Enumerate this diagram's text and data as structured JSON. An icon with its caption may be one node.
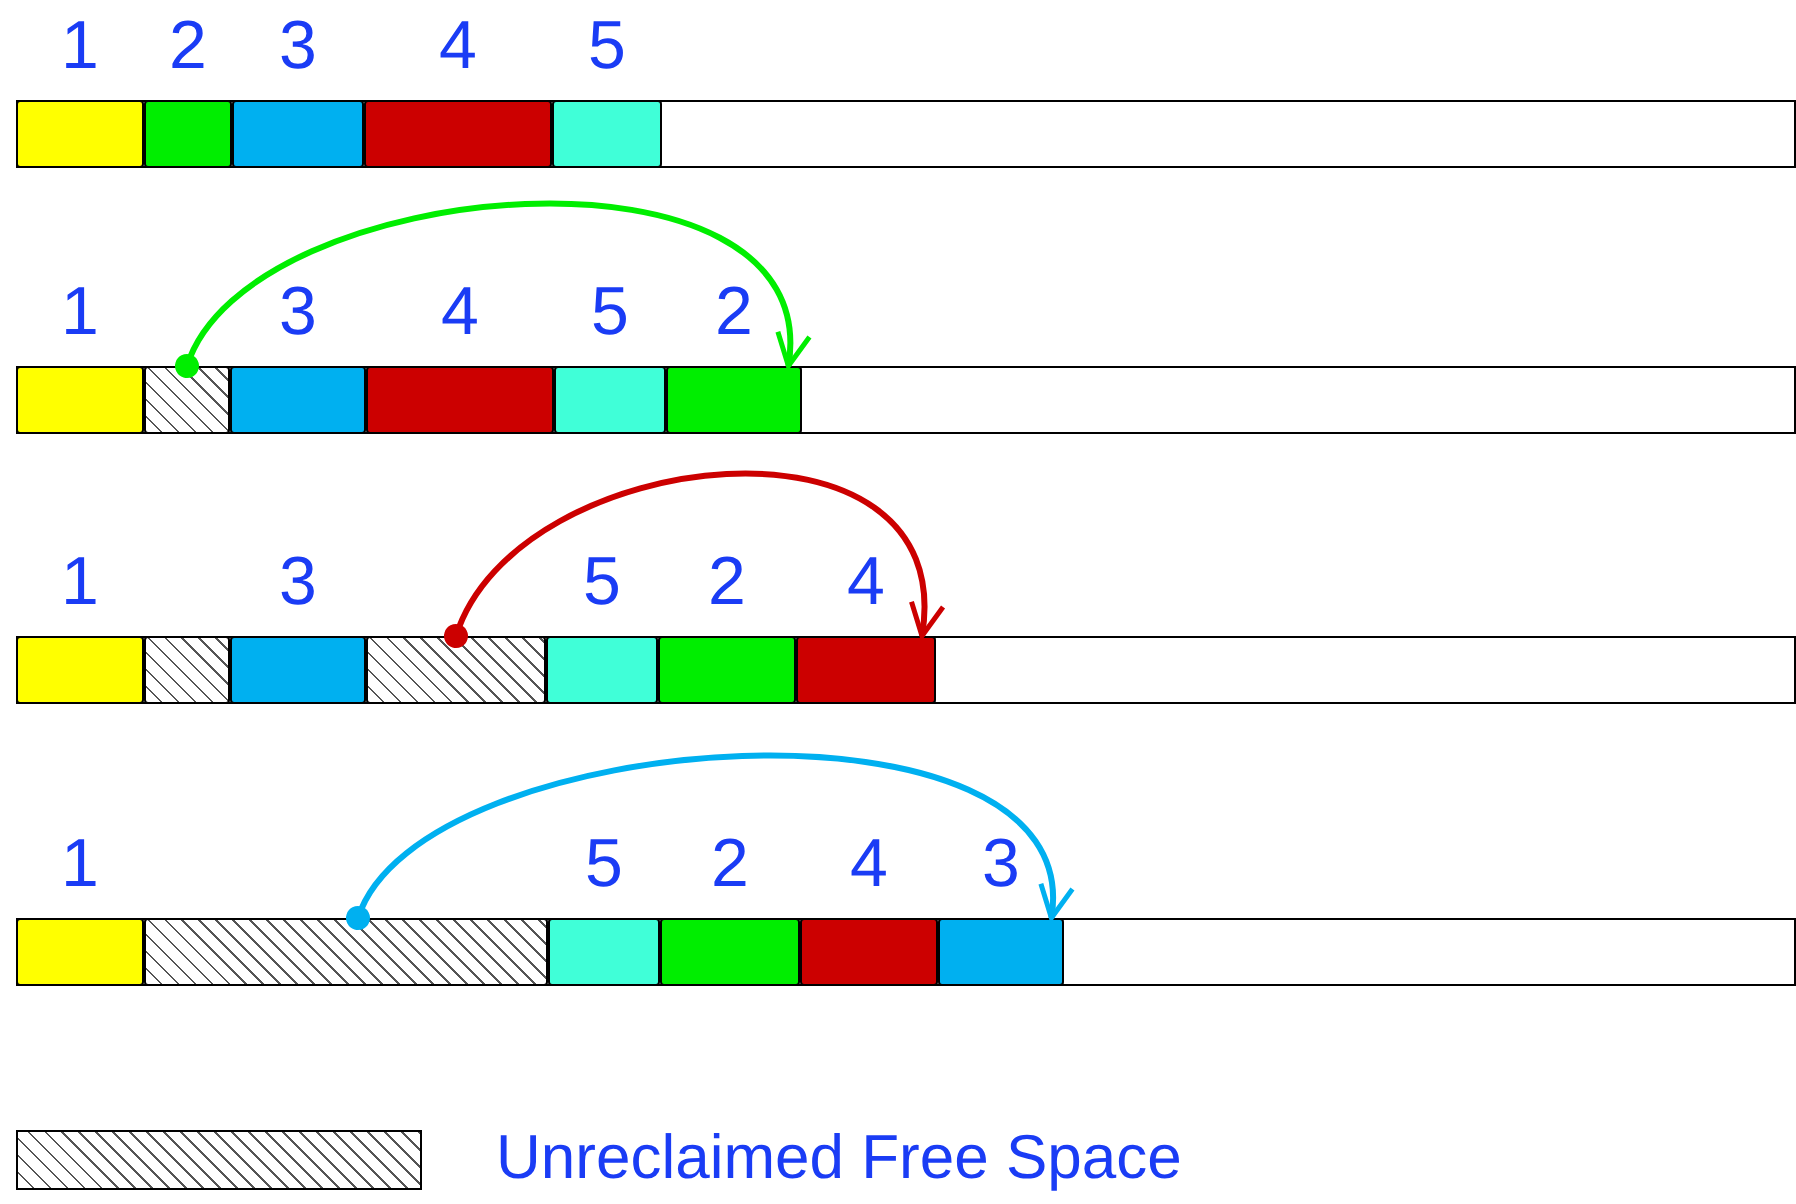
{
  "diagram": {
    "nodes": [
      {
        "text": [],
        "shape": "bar"
      },
      {
        "text": [],
        "shape": "box",
        "beside": [
          "1"
        ],
        "in": 0
      },
      {
        "text": [],
        "shape": "box",
        "beside": [
          "2"
        ],
        "in": 0
      },
      {
        "text": [],
        "shape": "box",
        "beside": [
          "3"
        ],
        "in": 0
      },
      {
        "text": [],
        "shape": "box",
        "beside": [
          "4"
        ],
        "in": 0
      },
      {
        "text": [],
        "shape": "box",
        "beside": [
          "5"
        ],
        "in": 0
      },
      {
        "text": [],
        "shape": "bar"
      },
      {
        "text": [],
        "shape": "box",
        "beside": [
          "1"
        ],
        "in": 6
      },
      {
        "text": [],
        "shape": "box",
        "in": 6
      },
      {
        "text": [],
        "shape": "box",
        "beside": [
          "3"
        ],
        "in": 6
      },
      {
        "text": [],
        "shape": "box",
        "beside": [
          "4"
        ],
        "in": 6
      },
      {
        "text": [],
        "shape": "box",
        "beside": [
          "5"
        ],
        "in": 6
      },
      {
        "text": [],
        "shape": "box",
        "beside": [
          "2"
        ],
        "in": 6
      },
      {
        "text": [],
        "shape": "bar"
      },
      {
        "text": [],
        "shape": "box",
        "beside": [
          "1"
        ],
        "in": 13
      },
      {
        "text": [],
        "shape": "box",
        "in": 13
      },
      {
        "text": [],
        "shape": "box",
        "beside": [
          "3"
        ],
        "in": 13
      },
      {
        "text": [],
        "shape": "box",
        "in": 13
      },
      {
        "text": [],
        "shape": "box",
        "beside": [
          "5"
        ],
        "in": 13
      },
      {
        "text": [],
        "shape": "box",
        "beside": [
          "2"
        ],
        "in": 13
      },
      {
        "text": [],
        "shape": "box",
        "beside": [
          "4"
        ],
        "in": 13
      },
      {
        "text": [],
        "shape": "bar"
      },
      {
        "text": [],
        "shape": "box",
        "beside": [
          "1"
        ],
        "in": 21
      },
      {
        "text": [],
        "shape": "box",
        "in": 21
      },
      {
        "text": [],
        "shape": "box",
        "beside": [
          "5"
        ],
        "in": 21
      },
      {
        "text": [],
        "shape": "box",
        "beside": [
          "2"
        ],
        "in": 21
      },
      {
        "text": [],
        "shape": "box",
        "beside": [
          "4"
        ],
        "in": 21
      },
      {
        "text": [],
        "shape": "box",
        "beside": [
          "3"
        ],
        "in": 21
      }
    ],
    "edges": [
      {
        "from": 8,
        "to": 12,
        "arrow": "to",
        "color": "#00ee00"
      },
      {
        "from": 17,
        "to": 20,
        "arrow": "to",
        "color": "#cc0000"
      },
      {
        "from": 23,
        "to": 27,
        "arrow": "to",
        "color": "#00b0f0"
      }
    ],
    "legend": [
      {
        "text": "Unreclaimed Free Space"
      }
    ]
  }
}
